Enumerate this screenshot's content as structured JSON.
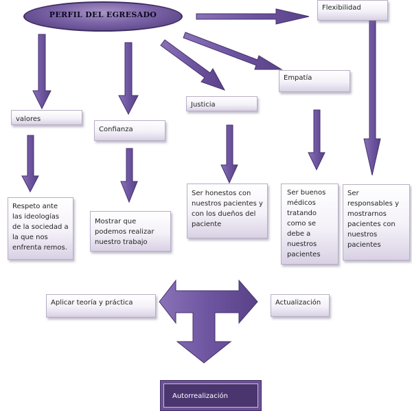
{
  "title": "PERFIL DEL EGRESADO",
  "nodes": {
    "flexibilidad": "Flexibilidad",
    "empatia": "Empatía",
    "justicia": "Justicia",
    "valores": "valores",
    "confianza": "Confianza"
  },
  "descriptions": {
    "valores": "Respeto ante las ideologías de la sociedad a la que nos enfrenta remos.",
    "confianza": "Mostrar que podemos realizar nuestro trabajo",
    "justicia": "Ser honestos con nuestros pacientes y con los dueños del paciente",
    "empatia": "Ser buenos médicos tratando como se debe a nuestros pacientes",
    "flexibilidad": "Ser responsables y mostrarnos pacientes con nuestros pacientes"
  },
  "bottom": {
    "left": "Aplicar teoría y práctica",
    "right": "Actualización",
    "final": "Autorrealización"
  },
  "colors": {
    "arrow_fill": "#6e55a0",
    "arrow_stroke": "#44306c",
    "oval": "#7a62a6",
    "final_box": "#4a356f"
  }
}
